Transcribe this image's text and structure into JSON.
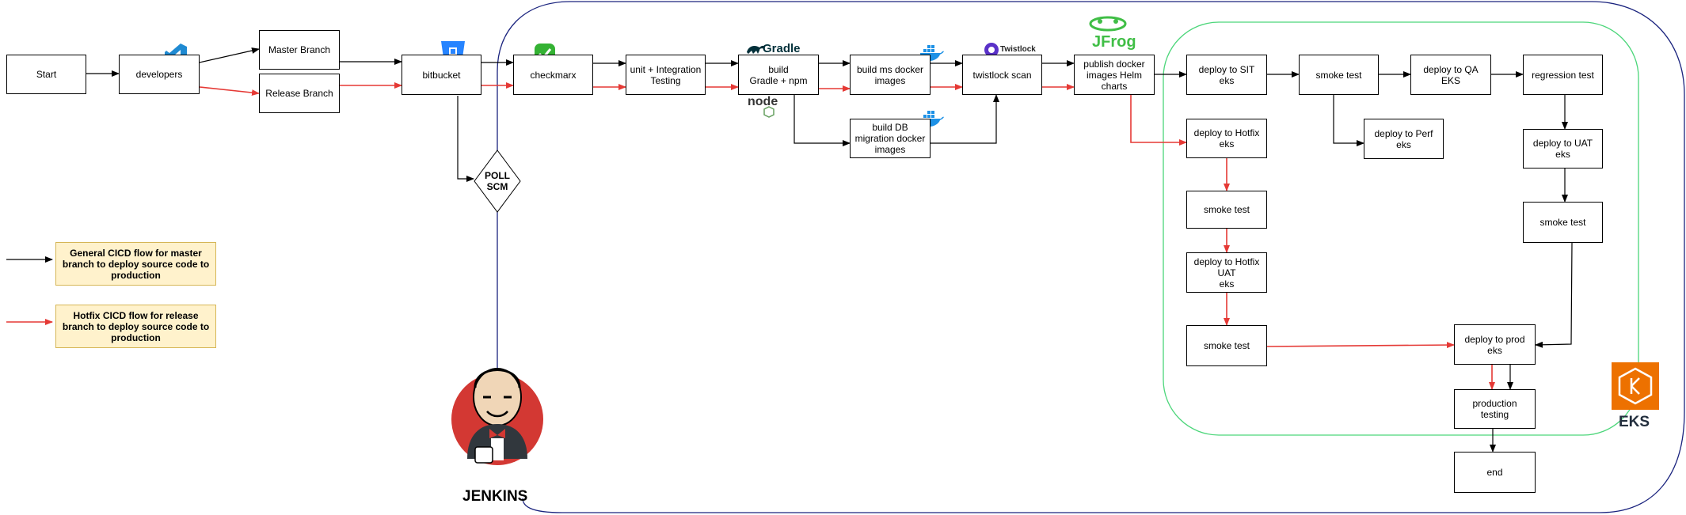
{
  "nodes": {
    "start": "Start",
    "developers": "developers",
    "master_branch": "Master Branch",
    "release_branch": "Release Branch",
    "bitbucket": "bitbucket",
    "poll_scm": "POLL\nSCM",
    "checkmarx": "checkmarx",
    "unit_testing": "unit + Integration\nTesting",
    "build": "build\nGradle + npm",
    "build_ms_docker": "build ms docker\nimages",
    "build_db_docker": "build DB\nmigration docker\nimages",
    "twistlock_scan": "twistlock scan",
    "publish_docker": "publish docker\nimages Helm\ncharts",
    "deploy_sit": "deploy to SIT\neks",
    "smoke_test_1": "smoke test",
    "deploy_qa": "deploy to QA\nEKS",
    "regression_test": "regression test",
    "deploy_perf": "deploy to Perf\neks",
    "deploy_uat": "deploy to UAT\neks",
    "smoke_test_uat": "smoke test",
    "deploy_hotfix": "deploy to Hotfix\neks",
    "smoke_test_hotfix": "smoke test",
    "deploy_hotfix_uat": "deploy to Hotfix\nUAT\neks",
    "smoke_test_hotfix_uat": "smoke test",
    "deploy_prod": "deploy to prod\neks",
    "production_testing": "production\ntesting",
    "end": "end"
  },
  "legend": {
    "general": "General CICD flow for master branch to deploy source code to production",
    "hotfix": "Hotfix CICD flow for release branch to deploy source code to production"
  },
  "logos": {
    "gradle": "Gradle",
    "node": "node",
    "twistlock": "Twistlock",
    "jfrog": "JFrog",
    "jenkins": "JENKINS",
    "eks": "EKS"
  },
  "colors": {
    "general_flow": "#000000",
    "hotfix_flow": "#e53935",
    "jenkins_boundary": "#1a237e",
    "eks_boundary": "#4cd67a",
    "legend_fill": "#fff2cc",
    "legend_border": "#d6b656",
    "eks_orange": "#ed7100",
    "docker_blue": "#1d91e6",
    "vscode_blue": "#1f8ad2",
    "bitbucket_blue": "#2684ff",
    "checkmarx_green": "#34b233",
    "jfrog_green": "#40be46",
    "twistlock_purple": "#5a31c8"
  },
  "icons": [
    "vscode-icon",
    "bitbucket-icon",
    "checkmarx-icon",
    "gradle-icon",
    "node-icon",
    "docker-icon",
    "twistlock-icon",
    "jfrog-icon",
    "jenkins-icon",
    "eks-icon"
  ]
}
